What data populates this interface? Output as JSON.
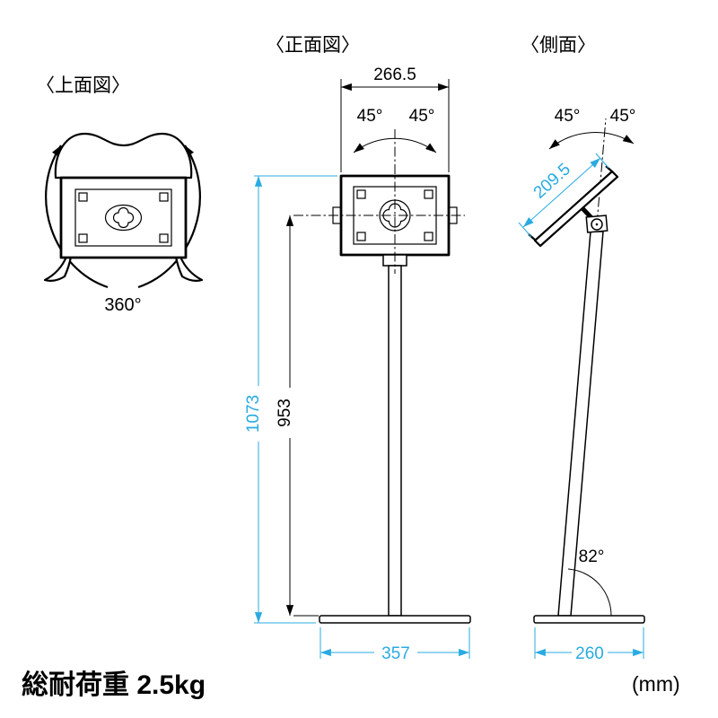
{
  "page": {
    "background": "#ffffff"
  },
  "colors": {
    "line": "#000000",
    "dimension_accent": "#29abe2"
  },
  "views": {
    "top": {
      "label": "〈上面図〉",
      "swivel_angle": "360°"
    },
    "front": {
      "label": "〈正面図〉",
      "bracket_width_mm": "266.5",
      "tilt_left": "45°",
      "tilt_right": "45°",
      "total_height_mm": "1073",
      "center_height_mm": "953",
      "base_width_mm": "357"
    },
    "side": {
      "label": "〈側面〉",
      "tilt_left": "45°",
      "tilt_right": "45°",
      "holder_length_mm": "209.5",
      "pole_angle": "82°",
      "base_depth_mm": "260"
    }
  },
  "footer": {
    "load_capacity_label": "総耐荷重 2.5kg",
    "unit_label": "(mm)"
  }
}
